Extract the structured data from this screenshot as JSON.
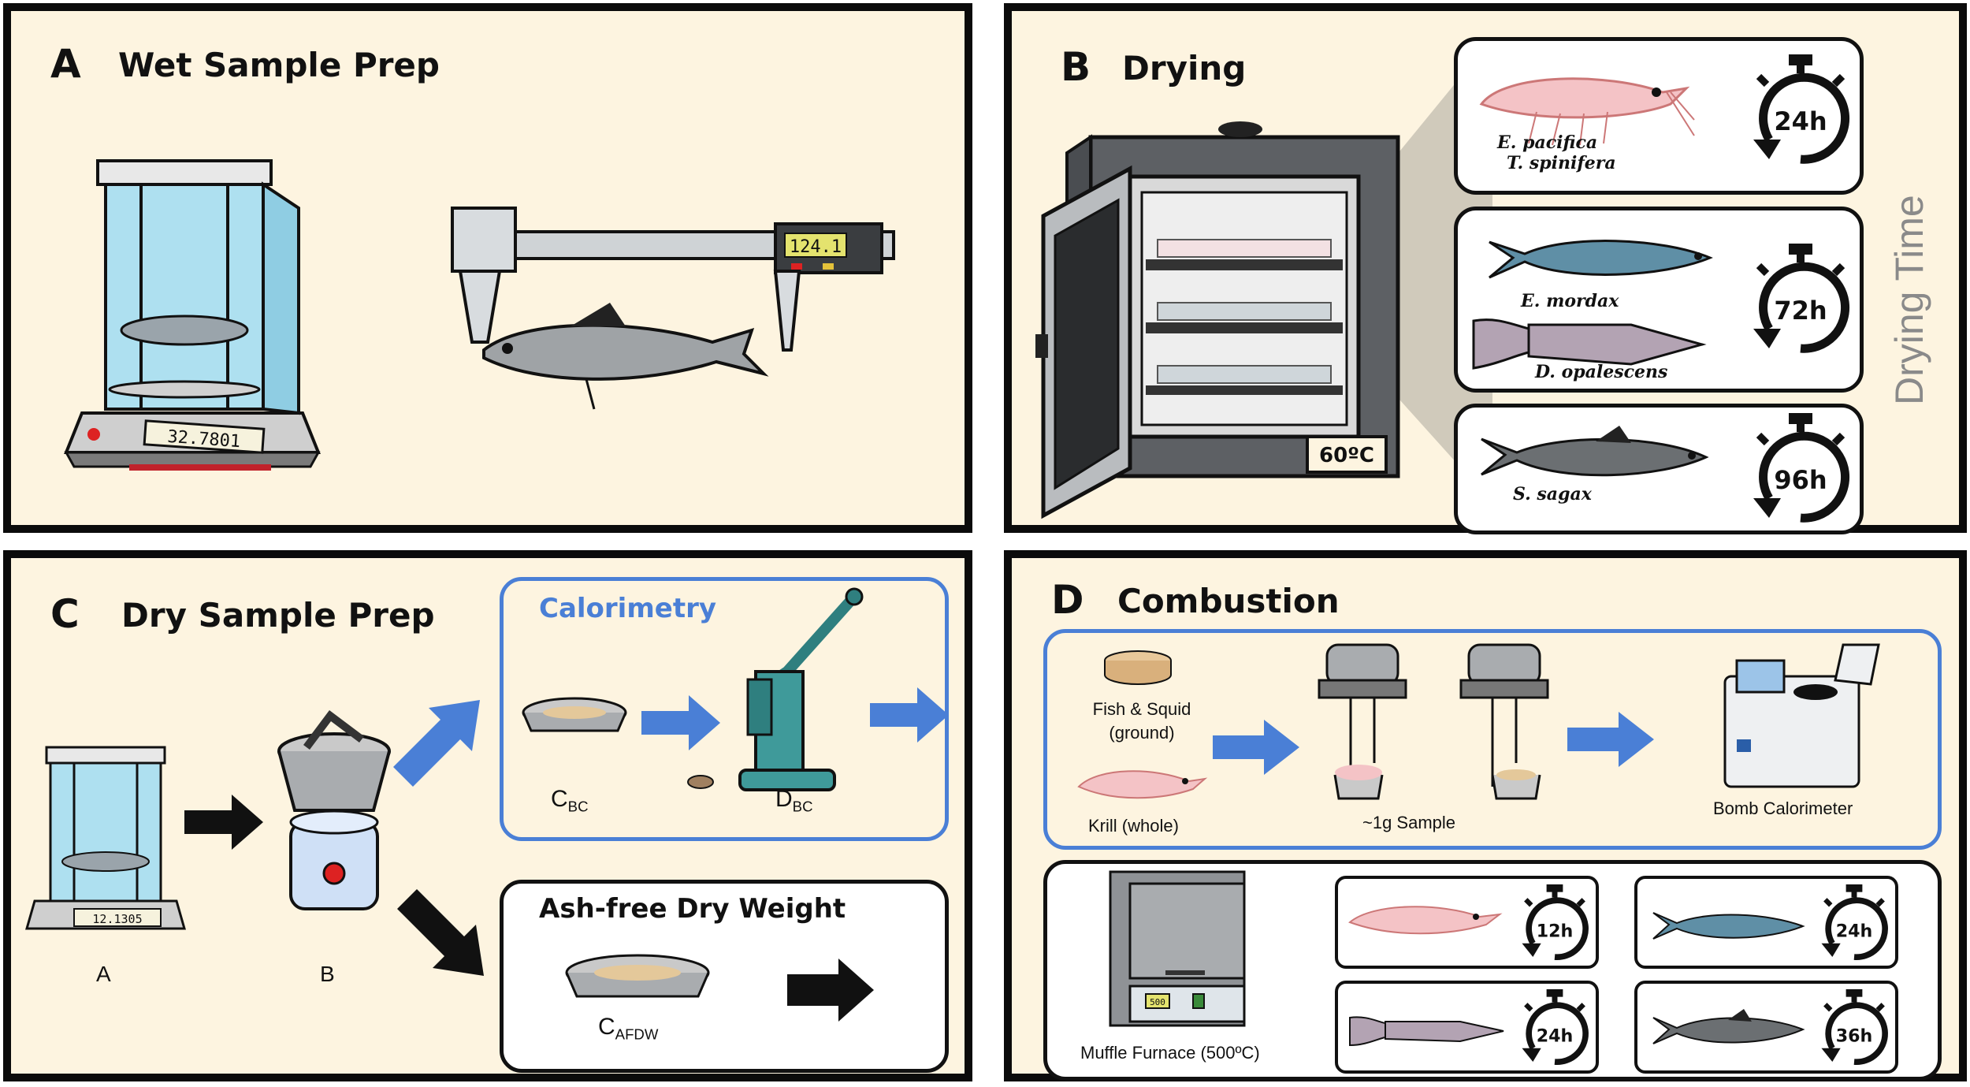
{
  "panels": {
    "a": {
      "letter": "A",
      "title": "Wet Sample Prep",
      "balance_reading": "32.7801",
      "caliper_reading": "124.1"
    },
    "b": {
      "letter": "B",
      "title": "Drying",
      "oven_label": "60ºC",
      "side_label": "Drying Time",
      "cards": [
        {
          "species": [
            "E. pacifica",
            "T. spinifera"
          ],
          "time": "24h"
        },
        {
          "species": [
            "E. mordax",
            "D. opalescens"
          ],
          "time": "72h"
        },
        {
          "species": [
            "S. sagax"
          ],
          "time": "96h"
        }
      ]
    },
    "c": {
      "letter": "C",
      "title": "Dry Sample Prep",
      "balance_reading": "12.1305",
      "step_a": "A",
      "step_b": "B",
      "calorimetry_title": "Calorimetry",
      "c_bc": {
        "main": "C",
        "sub": "BC"
      },
      "d_bc": {
        "main": "D",
        "sub": "BC"
      },
      "afdw_title": "Ash-free Dry Weight",
      "c_afdw": {
        "main": "C",
        "sub": "AFDW"
      }
    },
    "d": {
      "letter": "D",
      "title": "Combustion",
      "fish_squid": [
        "Fish & Squid",
        "(ground)"
      ],
      "krill": "Krill (whole)",
      "sample": "~1g Sample",
      "bomb": "Bomb Calorimeter",
      "furnace": "Muffle Furnace (500ºC)",
      "furnace_display": "500",
      "times": [
        "12h",
        "24h",
        "24h",
        "36h"
      ]
    }
  },
  "colors": {
    "panel_bg": "#fdf4e0",
    "accent_blue": "#4a7fd6",
    "timer": "#111111",
    "krill_pink": "#f4c3c6",
    "fish_blue": "#5f8fa6",
    "squid": "#b3a3b3"
  }
}
